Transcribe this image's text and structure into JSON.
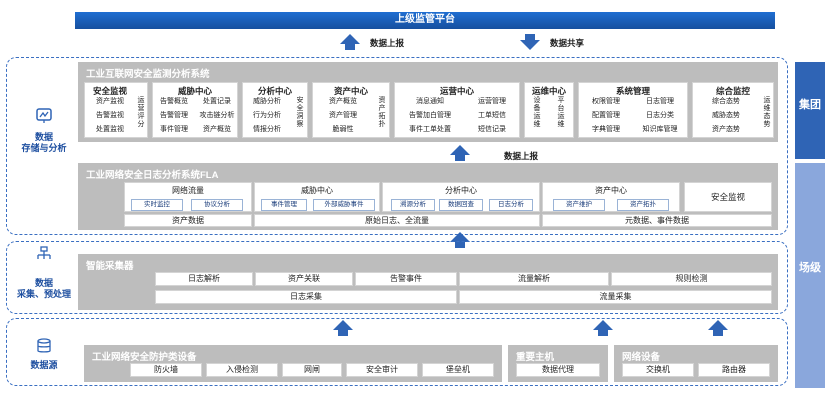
{
  "top_bar": "上级监管平台",
  "arrows": {
    "report_up": "数据上报",
    "share": "数据共享",
    "report_up2": "数据上报"
  },
  "side": {
    "group": "集团",
    "site": "场级"
  },
  "layers": {
    "storage": "数据\n存储与分析",
    "collect": "数据\n采集、预处理",
    "source": "数据源"
  },
  "icons": {
    "storage": "monitor-chart-icon",
    "collect": "network-node-icon",
    "source": "database-icon"
  },
  "system1": {
    "title": "工业互联网安全监测分析系统",
    "modules": [
      {
        "title": "安全监视",
        "items": [
          "资产监视",
          "告警监视",
          "处置监视"
        ],
        "vert": "运营评分"
      },
      {
        "title": "威胁中心",
        "items": [
          "告警概览",
          "处置记录",
          "告警管理",
          "攻击链分析",
          "事件管理",
          "资产概览"
        ]
      },
      {
        "title": "分析中心",
        "items": [
          "威胁分析",
          "行为分析",
          "情报分析"
        ],
        "vert": "安全洞察"
      },
      {
        "title": "资产中心",
        "items": [
          "资产概览",
          "资产管理",
          "脆弱性"
        ],
        "vert": "资产拓扑"
      },
      {
        "title": "运营中心",
        "items": [
          "消息通知",
          "运营管理",
          "告警加白管理",
          "工单短信",
          "事件工单处置",
          "短信记录"
        ]
      },
      {
        "title": "运维中心",
        "vert1": "设备运维",
        "vert2": "平台运维"
      },
      {
        "title": "系统管理",
        "items": [
          "权限管理",
          "日志管理",
          "配置管理",
          "日志分类",
          "字典管理",
          "知识库管理"
        ]
      },
      {
        "title": "综合监控",
        "items": [
          "综合态势",
          "威胁态势",
          "资产态势"
        ],
        "vert": "运维态势"
      }
    ]
  },
  "system2": {
    "title": "工业网络安全日志分析系统FLA",
    "groups": [
      {
        "title": "网络流量",
        "chips": [
          "实时监控",
          "协议分析"
        ]
      },
      {
        "title": "威胁中心",
        "chips": [
          "事件管理",
          "外部威胁事件"
        ]
      },
      {
        "title": "分析中心",
        "chips": [
          "溯源分析",
          "数据回查",
          "日志分析"
        ]
      },
      {
        "title": "资产中心",
        "chips": [
          "资产维护",
          "资产拓扑"
        ]
      }
    ],
    "safety": "安全监视",
    "bottom": [
      "资产数据",
      "原始日志、全流量",
      "元数据、事件数据"
    ]
  },
  "collector": {
    "title": "智能采集器",
    "items": [
      "日志解析",
      "资产关联",
      "告警事件",
      "流量解析",
      "规则检测"
    ],
    "bottom": [
      "日志采集",
      "流量采集"
    ]
  },
  "sources": {
    "devices": {
      "title": "工业网络安全防护类设备",
      "items": [
        "防火墙",
        "入侵检测",
        "网闸",
        "安全审计",
        "堡垒机"
      ]
    },
    "hosts": {
      "title": "重要主机",
      "items": [
        "数据代理"
      ]
    },
    "network": {
      "title": "网络设备",
      "items": [
        "交换机",
        "路由器"
      ]
    }
  }
}
